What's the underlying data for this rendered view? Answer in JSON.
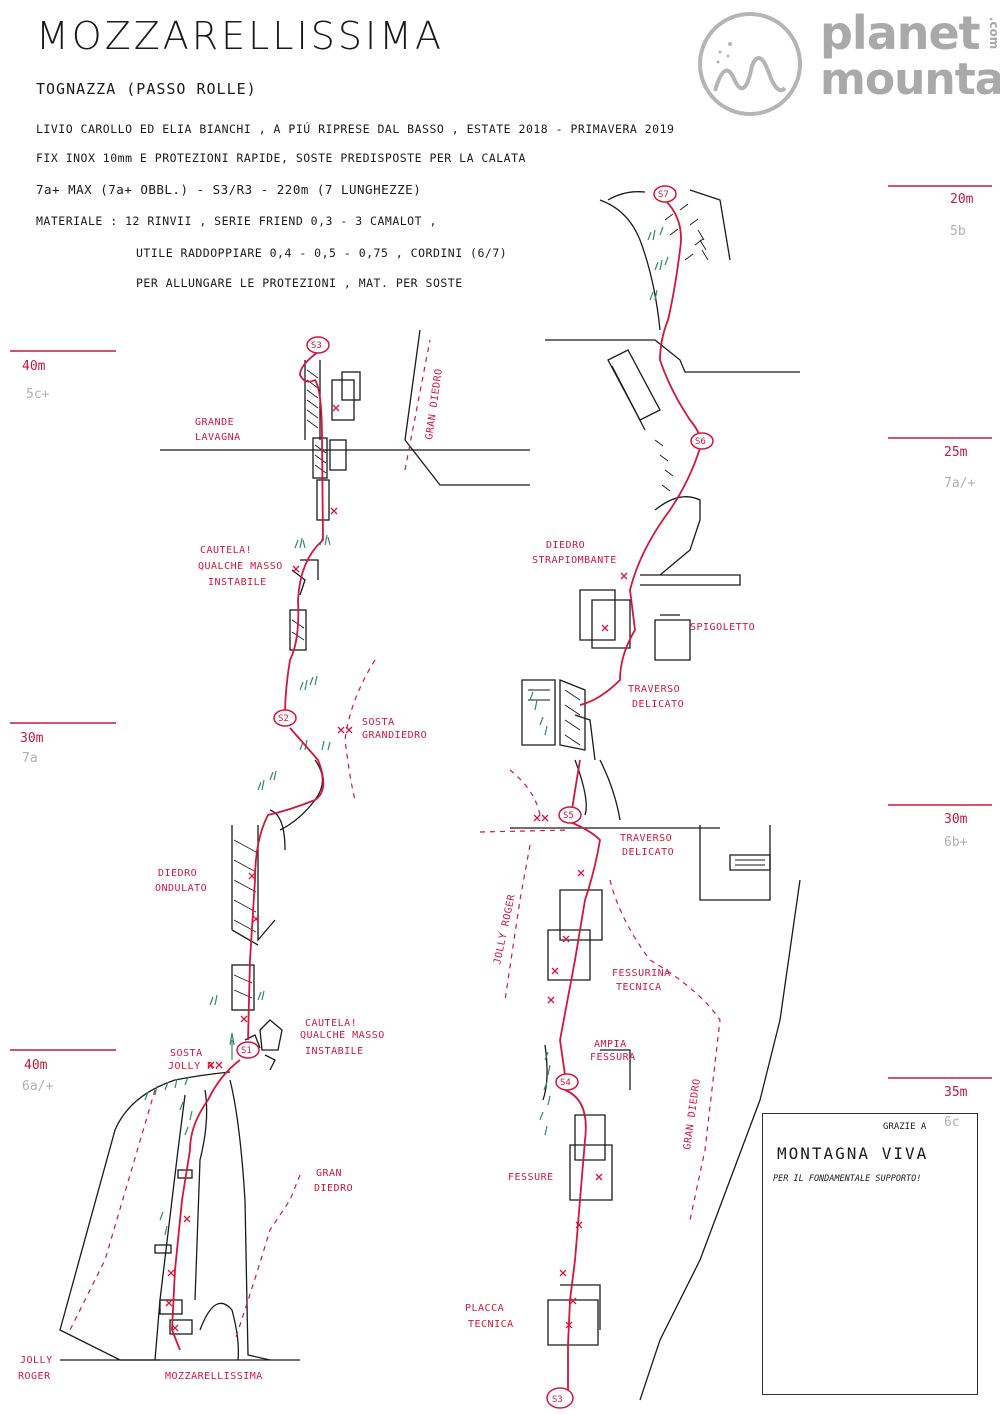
{
  "header": {
    "title": "MOZZARELLISSIMA",
    "subtitle": "TOGNAZZA   (PASSO ROLLE)",
    "line1": "LIVIO CAROLLO ED ELIA BIANCHI , A PIÚ RIPRESE DAL BASSO , ESTATE 2018 - PRIMAVERA 2019",
    "line2": "FIX INOX 10mm  E PROTEZIONI RAPIDE,  SOSTE PREDISPOSTE  PER LA CALATA",
    "line3_grade": "7a+ MAX (7a+ OBBL.) - S3/R3  -  220m (7 LUNGHEZZE)",
    "material_1": "MATERIALE :  12 RINVII , SERIE FRIEND 0,3 - 3 CAMALOT ,",
    "material_2": "UTILE RADDOPPIARE 0,4 - 0,5 - 0,75 , CORDINI (6/7)",
    "material_3": "PER ALLUNGARE  LE PROTEZIONI , MAT. PER SOSTE"
  },
  "logo": {
    "line1": "planet",
    "line2": "mountain",
    "suffix": ".com"
  },
  "pitches": [
    {
      "length": "40m",
      "grade": "5c+"
    },
    {
      "length": "30m",
      "grade": "7a"
    },
    {
      "length": "40m",
      "grade": "6a/+"
    },
    {
      "length": "20m",
      "grade": "5b"
    },
    {
      "length": "25m",
      "grade": "7a/+"
    },
    {
      "length": "30m",
      "grade": "6b+"
    },
    {
      "length": "35m",
      "grade": "6c"
    }
  ],
  "labels": {
    "grande_lavagna": [
      "GRANDE",
      "LAVAGNA"
    ],
    "gran_diedro_top": "GRAN DIEDRO",
    "cautela_1": [
      "CAUTELA!",
      "QUALCHE MASSO",
      "INSTABILE"
    ],
    "sosta_grandiedro": [
      "SOSTA",
      "GRANDIEDRO"
    ],
    "diedro_ondulato": [
      "DIEDRO",
      "ONDULATO"
    ],
    "cautela_2": [
      "CAUTELA!",
      "QUALCHE MASSO",
      "INSTABILE"
    ],
    "sosta_jollyr": [
      "SOSTA",
      "JOLLY R."
    ],
    "gran_diedro_bottom": [
      "GRAN",
      "DIEDRO"
    ],
    "jolly_roger": [
      "JOLLY",
      "ROGER"
    ],
    "mozzarellissima": "MOZZARELLISSIMA",
    "diedro_strapiombante": [
      "DIEDRO",
      "STRAPIOMBANTE"
    ],
    "spigoletto": "SPIGOLETTO",
    "traverso_delicato_1": [
      "TRAVERSO",
      "DELICATO"
    ],
    "traverso_delicato_2": [
      "TRAVERSO",
      "DELICATO"
    ],
    "jolly_roger_vertical": "JOLLY ROGER",
    "fessurina_tecnica": [
      "FESSURINA",
      "TECNICA"
    ],
    "ampia_fessura": [
      "AMPIA",
      "FESSURA"
    ],
    "gran_diedro_vertical": "GRAN DIEDRO",
    "fessure": "FESSURE",
    "placca_tecnica": [
      "PLACCA",
      "TECNICA"
    ]
  },
  "belays": [
    "S3",
    "S2",
    "S1",
    "S7",
    "S6",
    "S5",
    "S4",
    "S3"
  ],
  "thanks": {
    "line1": "GRAZIE A",
    "line2": "MONTAGNA VIVA",
    "line3": "PER IL FONDAMENTALE SUPPORTO!"
  },
  "colors": {
    "route": "#d4163c",
    "ink": "#1a1a1a",
    "grass": "#2e8b6b",
    "faint": "#b0b0b0"
  }
}
